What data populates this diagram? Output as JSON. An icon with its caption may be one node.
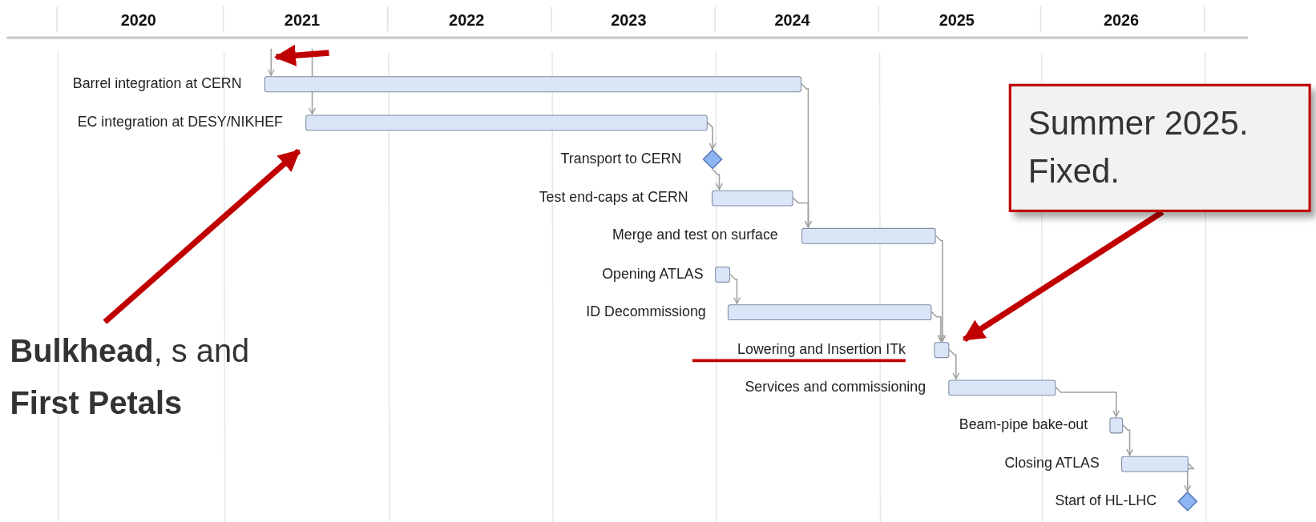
{
  "diagram": {
    "nodes": [
      {
        "text": [
          "Barrel integration at CERN"
        ]
      },
      {
        "text": [
          "EC integration at DESY/NIKHEF"
        ]
      },
      {
        "text": [
          "Transport to CERN"
        ]
      },
      {
        "text": [
          "Test end-caps at CERN"
        ]
      },
      {
        "text": [
          "Merge and test on surface"
        ]
      },
      {
        "text": [
          "Opening ATLAS"
        ]
      },
      {
        "text": [
          "ID Decommissiong"
        ]
      },
      {
        "text": [
          "Lowering and Insertion ITk"
        ]
      },
      {
        "text": [
          "Services and commissioning"
        ]
      },
      {
        "text": [
          "Beam-pipe bake-out"
        ]
      },
      {
        "text": [
          "Closing ATLAS"
        ]
      },
      {
        "text": [
          "Start of HL-LHC"
        ]
      },
      {
        "text": [
          "Summer 2025. Fixed."
        ]
      },
      {
        "text": [
          "**Bulkhead**, s and **First Petals**"
        ]
      }
    ],
    "edges": [
      {
        "from": null,
        "to": 0,
        "arrow": "to"
      },
      {
        "from": null,
        "to": 1,
        "arrow": "to"
      },
      {
        "from": 1,
        "to": 2,
        "arrow": "to"
      },
      {
        "from": 2,
        "to": 3,
        "arrow": "to"
      },
      {
        "from": 0,
        "to": 4,
        "arrow": "to"
      },
      {
        "from": 3,
        "to": 4,
        "arrow": "to"
      },
      {
        "from": 4,
        "to": 7,
        "arrow": "to"
      },
      {
        "from": 5,
        "to": 6,
        "arrow": "to"
      },
      {
        "from": 6,
        "to": 7,
        "arrow": "to"
      },
      {
        "from": 7,
        "to": 8,
        "arrow": "to"
      },
      {
        "from": 8,
        "to": 9,
        "arrow": "to"
      },
      {
        "from": 9,
        "to": 10,
        "arrow": "to"
      },
      {
        "from": 10,
        "to": 11,
        "arrow": "to"
      },
      {
        "from": null,
        "to": 0,
        "arrow": "to",
        "style": "thick",
        "color": "#c00000"
      },
      {
        "from": 13,
        "to": 1,
        "arrow": "to",
        "style": "thick",
        "color": "#c00000"
      },
      {
        "from": 12,
        "to": 7,
        "arrow": "to",
        "style": "thick",
        "color": "#c00000"
      }
    ],
    "labels": [
      "2020",
      "2021",
      "2022",
      "2023",
      "2024",
      "2025",
      "2026"
    ]
  }
}
